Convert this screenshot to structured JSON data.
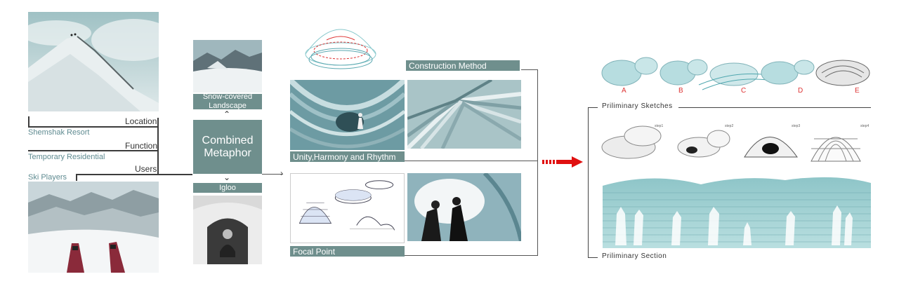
{
  "left": {
    "location_label": "Location",
    "location_value": "Shemshak Resort",
    "function_label": "Function",
    "function_value": "Temporary Residential",
    "users_label": "Users",
    "users_value": "Ski Players"
  },
  "metaphor": {
    "top_caption": "Snow-covered Landscape",
    "center": "Combined Metaphor",
    "bottom_caption": "Igloo"
  },
  "principles": {
    "construction": "Construction Method",
    "unity": "Unity,Harmony and Rhythm",
    "focal": "Focal Point"
  },
  "right": {
    "sketch_letters": [
      "A",
      "B",
      "C",
      "D",
      "E"
    ],
    "sketches_title": "Priliminary Sketches",
    "steps": [
      "step1",
      "step2",
      "step3",
      "step4"
    ],
    "section_title": "Priliminary Section"
  },
  "colors": {
    "accent_teal": "#6f8f8d",
    "text_teal": "#5f8b91",
    "arrow_red": "#e01010"
  }
}
